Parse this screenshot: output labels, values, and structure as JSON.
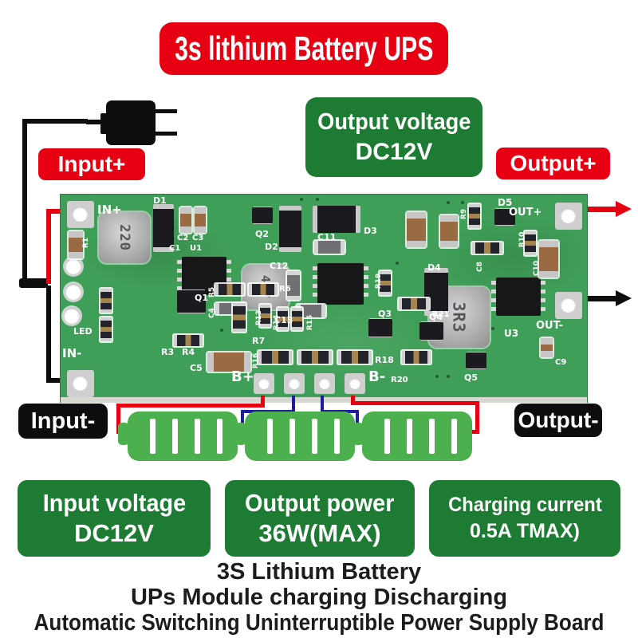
{
  "title": "3s lithium Battery UPS",
  "callouts": {
    "output_voltage_line1": "Output voltage",
    "output_voltage_line2": "DC12V",
    "input_plus": "Input+",
    "output_plus": "Output+",
    "input_minus": "Input-",
    "output_minus": "Output-"
  },
  "board": {
    "silk": {
      "in_plus": "IN+",
      "in_minus": "IN-",
      "out_plus": "OUT+",
      "out_minus": "OUT-",
      "b_plus": "B+",
      "b_minus": "B-",
      "led": "LED",
      "d1": "D1",
      "d2": "D2",
      "d3": "D3",
      "d4": "D4",
      "d5": "D5",
      "q1": "Q1",
      "q2": "Q2",
      "q3": "Q3",
      "q4": "Q4",
      "q5": "Q5",
      "u1": "U1",
      "u3": "U3",
      "c1": "C1",
      "c2": "C2",
      "c3": "C3",
      "c4": "C4",
      "c5": "C5",
      "c8": "C8",
      "c9": "C9",
      "c10": "C10",
      "c11": "C11",
      "c12": "C12",
      "c13": "C13",
      "r1": "R1",
      "r3": "R3",
      "r4": "R4",
      "r5": "R5",
      "r6": "R6",
      "r7": "R7",
      "r9": "R9",
      "r10": "R10",
      "r13": "R13",
      "r14": "R14",
      "r15": "R15",
      "r16": "R16",
      "r18": "R18",
      "r19": "R19",
      "r20": "R20",
      "r21": "R21",
      "l220": "220",
      "l4r7": "4R7",
      "l3r3": "3R3"
    }
  },
  "battery_indicator": {
    "cells": 3,
    "bars_per_cell": 4
  },
  "spec_boxes": [
    {
      "line1": "Input voltage",
      "line2": "DC12V"
    },
    {
      "line1": "Output power",
      "line2": "36W(MAX)"
    },
    {
      "line1": "Charging current",
      "line2": "0.5A TMAX)"
    }
  ],
  "footer": {
    "line1": "3S Lithium Battery",
    "line2": "UPs Module charging Discharging",
    "line3": "Automatic Switching Uninterruptible Power Supply Board"
  },
  "icons": {
    "plug": "power-adapter-icon",
    "output_positive_arrow": "arrow-right-red",
    "output_negative_arrow": "arrow-right-black"
  },
  "colors": {
    "red": "#e60012",
    "green_box": "#1e7b33",
    "pcb_green": "#3f9e57",
    "battery_green": "#4cb04e",
    "wire_blue": "#1d1d9e",
    "black": "#0d0d0d"
  }
}
